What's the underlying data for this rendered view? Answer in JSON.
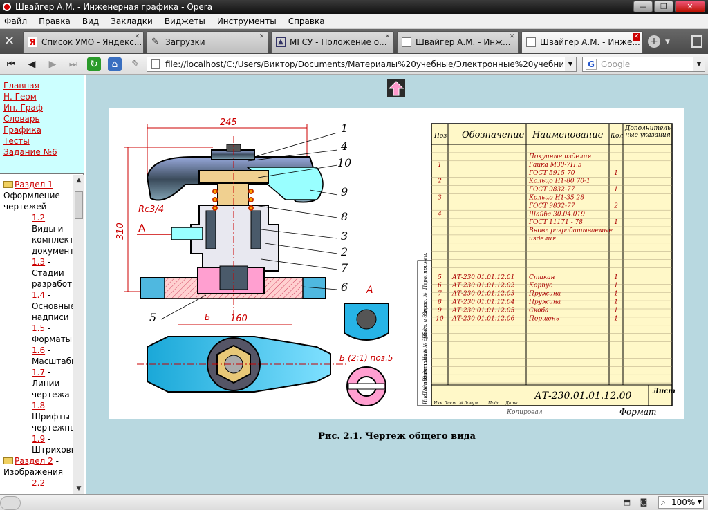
{
  "window": {
    "title": "Швайгер А.М. - Инженерная графика - Opera"
  },
  "menu": [
    "Файл",
    "Правка",
    "Вид",
    "Закладки",
    "Виджеты",
    "Инструменты",
    "Справка"
  ],
  "tabs": [
    {
      "label": "Список УМО - Яндекс...",
      "icon": "yandex-icon"
    },
    {
      "label": "Загрузки",
      "icon": "downloads-icon"
    },
    {
      "label": "МГСУ - Положение о...",
      "icon": "mgsu-icon"
    },
    {
      "label": "Швайгер А.М. - Инж...",
      "icon": "page-icon"
    },
    {
      "label": "Швайгер А.М. - Инже...",
      "icon": "page-icon"
    }
  ],
  "address": {
    "url": "file://localhost/C:/Users/Виктор/Documents/Материалы%20учебные/Электронные%20учебники/Швайге"
  },
  "search": {
    "placeholder": "Google"
  },
  "toc": [
    "Главная",
    "Н. Геом",
    "Ин. Граф Словарь",
    "Графика",
    "Тесты",
    "Задание №6"
  ],
  "nav": {
    "section1": {
      "link": "Раздел 1",
      "rest": " - Оформление чертежей"
    },
    "items": [
      {
        "num": "1.2",
        "text": "Виды и комплекты документов"
      },
      {
        "num": "1.3",
        "text": "Стадии разработки"
      },
      {
        "num": "1.4",
        "text": "Основные надписи"
      },
      {
        "num": "1.5",
        "text": "Форматы"
      },
      {
        "num": "1.6",
        "text": "Масштабы"
      },
      {
        "num": "1.7",
        "text": "Линии чертежа"
      },
      {
        "num": "1.8",
        "text": "Шрифты чертежные"
      },
      {
        "num": "1.9",
        "text": "Штриховка"
      }
    ],
    "section2": {
      "link": "Раздел 2",
      "rest": " - Изображения"
    },
    "tail": "2.2"
  },
  "drawing": {
    "dims": {
      "d245": "245",
      "d310": "310",
      "d160": "160",
      "rc": "Rc3/4",
      "viewA": "А",
      "viewB": "Б",
      "secA": "А",
      "secB": "Б (2:1) поз.5"
    },
    "callouts": [
      "1",
      "4",
      "10",
      "9",
      "8",
      "3",
      "2",
      "7",
      "6",
      "5"
    ],
    "spec_headers": {
      "pos": "Поз",
      "designation": "Обозначение",
      "name": "Наименование",
      "qty": "Кол",
      "extra": "Дополнитель ные указания"
    },
    "spec_rows": [
      {
        "pos": "",
        "des": "",
        "name": "Покупные изделия",
        "qty": ""
      },
      {
        "pos": "1",
        "des": "",
        "name": "Гайка М30-7Н.5",
        "qty": ""
      },
      {
        "pos": "",
        "des": "",
        "name": "ГОСТ 5915-70",
        "qty": "1"
      },
      {
        "pos": "2",
        "des": "",
        "name": "Кольцо Н1-80  70-1",
        "qty": ""
      },
      {
        "pos": "",
        "des": "",
        "name": "ГОСТ 9832-77",
        "qty": "1"
      },
      {
        "pos": "3",
        "des": "",
        "name": "Кольцо  Н1-35 28",
        "qty": ""
      },
      {
        "pos": "",
        "des": "",
        "name": "ГОСТ 9832-77",
        "qty": "2"
      },
      {
        "pos": "4",
        "des": "",
        "name": "Шайба 30.04.019",
        "qty": ""
      },
      {
        "pos": "",
        "des": "",
        "name": "ГОСТ 11171 - 78",
        "qty": "1"
      },
      {
        "pos": "",
        "des": "",
        "name": "Вновь разрабатываемые",
        "qty": ""
      },
      {
        "pos": "",
        "des": "",
        "name": "изделия",
        "qty": ""
      },
      {
        "pos": "5",
        "des": "АТ-230.01.01.12.01",
        "name": "Стакан",
        "qty": "1"
      },
      {
        "pos": "6",
        "des": "АТ-230.01.01.12.02",
        "name": "Корпус",
        "qty": "1"
      },
      {
        "pos": "7",
        "des": "АТ-230.01.01.12.03",
        "name": "Пружина",
        "qty": "1"
      },
      {
        "pos": "8",
        "des": "АТ-230.01.01.12.04",
        "name": "Пружина",
        "qty": "1"
      },
      {
        "pos": "9",
        "des": "АТ-230.01.01.12.05",
        "name": "Скоба",
        "qty": "1"
      },
      {
        "pos": "10",
        "des": "АТ-230.01.01.12.06",
        "name": "Поршень",
        "qty": "1"
      }
    ],
    "stamp": {
      "code": "АТ-230.01.01.12.00",
      "sheet": "Лист",
      "copy": "Копировал",
      "format": "Формат",
      "izm": "Изм",
      "list": "Лист",
      "doc": "№ докум.",
      "sign": "Подп.",
      "date": "Дата"
    },
    "side_labels": [
      "Перв. примен.",
      "Справ. №",
      "Подп. и дата",
      "Инв. № дубл.",
      "Взам. инв. №",
      "Подп. и дата",
      "Инв. № подл."
    ]
  },
  "caption": "Рис. 2.1. Чертеж общего вида",
  "status": {
    "zoom": "100%"
  }
}
